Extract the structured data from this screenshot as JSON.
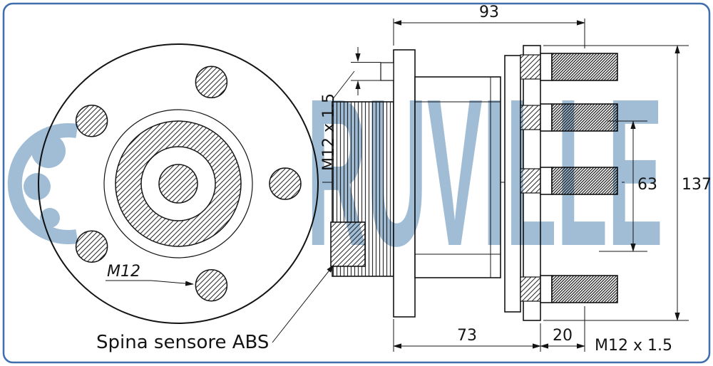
{
  "drawing": {
    "watermark_text": "RUVILLE",
    "labels": {
      "front_thread": "M12",
      "abs_sensor": "Spina sensore ABS"
    },
    "dimensions": {
      "top_width": "93",
      "left_thread": "M12 x 1.5",
      "right_inner": "63",
      "right_overall": "137",
      "bottom_left": "73",
      "bottom_mid": "20",
      "bottom_thread": "M12 x 1.5"
    },
    "colors": {
      "border": "#3f6fae",
      "watermark": "#9cbad4",
      "line": "#141414"
    }
  }
}
